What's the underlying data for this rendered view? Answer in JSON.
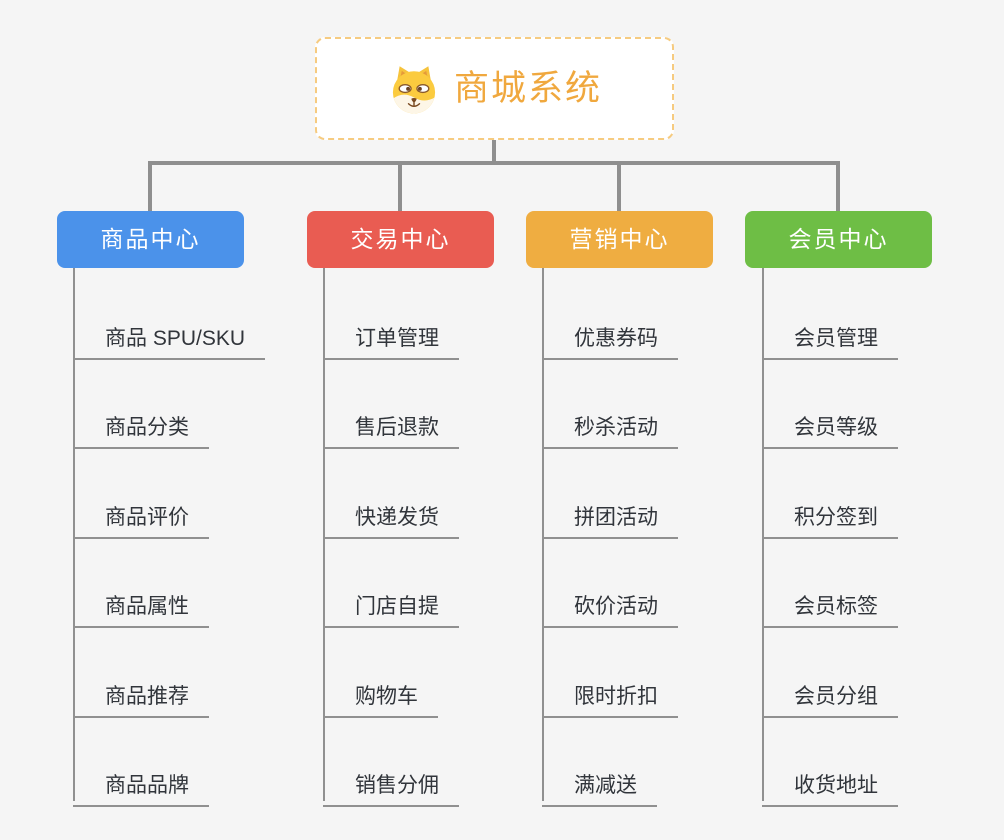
{
  "page": {
    "background": "#F5F5F5"
  },
  "colors": {
    "connector": "#8F8F8F",
    "leaf_line": "#909090",
    "leaf_text": "#31353B"
  },
  "root": {
    "title": "商城系统",
    "icon": "dog-face-icon",
    "text_color": "#F0A83E",
    "border_color": "#F6CB80",
    "background": "#FFFFFF"
  },
  "branches": [
    {
      "label": "商品中心",
      "color": "#4B92EA",
      "items": [
        "商品 SPU/SKU",
        "商品分类",
        "商品评价",
        "商品属性",
        "商品推荐",
        "商品品牌"
      ]
    },
    {
      "label": "交易中心",
      "color": "#E95C52",
      "items": [
        "订单管理",
        "售后退款",
        "快递发货",
        "门店自提",
        "购物车",
        "销售分佣"
      ]
    },
    {
      "label": "营销中心",
      "color": "#EFAD41",
      "items": [
        "优惠券码",
        "秒杀活动",
        "拼团活动",
        "砍价活动",
        "限时折扣",
        "满减送"
      ]
    },
    {
      "label": "会员中心",
      "color": "#6EBE45",
      "items": [
        "会员管理",
        "会员等级",
        "积分签到",
        "会员标签",
        "会员分组",
        "收货地址"
      ]
    }
  ]
}
